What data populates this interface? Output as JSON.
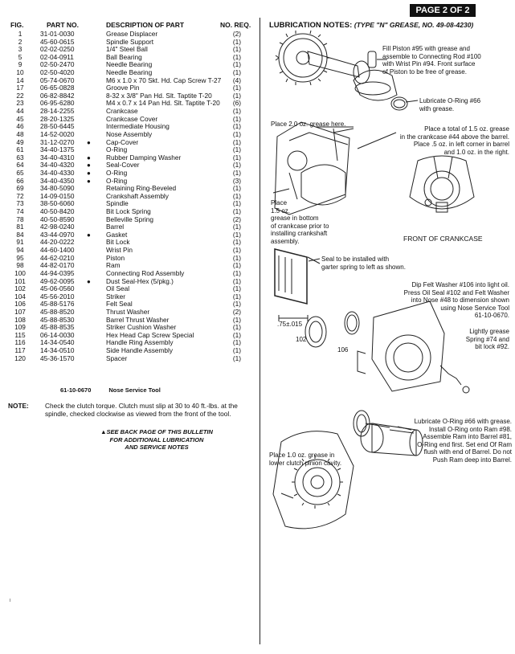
{
  "page_label": "PAGE 2 OF 2",
  "parts_table": {
    "headers": {
      "fig": "FIG.",
      "part_no": "PART NO.",
      "description": "DESCRIPTION OF PART",
      "no_req": "NO. REQ."
    },
    "rows": [
      {
        "fig": "1",
        "part_no": "31-01-0030",
        "desc": "Grease Displacer",
        "qty": "(2)"
      },
      {
        "fig": "2",
        "part_no": "45-60-0615",
        "desc": "Spindle Support",
        "qty": "(1)"
      },
      {
        "fig": "3",
        "part_no": "02-02-0250",
        "desc": "1/4\" Steel Ball",
        "qty": "(1)"
      },
      {
        "fig": "5",
        "part_no": "02-04-0911",
        "desc": "Ball Bearing",
        "qty": "(1)"
      },
      {
        "fig": "9",
        "part_no": "02-50-2470",
        "desc": "Needle Bearing",
        "qty": "(1)"
      },
      {
        "fig": "10",
        "part_no": "02-50-4020",
        "desc": "Needle Bearing",
        "qty": "(1)"
      },
      {
        "fig": "14",
        "part_no": "05-74-0670",
        "desc": "M6 x 1.0 x 70 Skt. Hd. Cap Screw T-27",
        "qty": "(4)"
      },
      {
        "fig": "17",
        "part_no": "06-65-0828",
        "desc": "Groove Pin",
        "qty": "(1)"
      },
      {
        "fig": "22",
        "part_no": "06-82-8842",
        "desc": "8-32 x 3/8\" Pan Hd. Slt. Taptite T-20",
        "qty": "(1)"
      },
      {
        "fig": "23",
        "part_no": "06-95-6280",
        "desc": "M4 x 0.7 x 14 Pan Hd. Slt. Taptite T-20",
        "qty": "(6)"
      },
      {
        "fig": "44",
        "part_no": "28-14-2255",
        "desc": "Crankcase",
        "qty": "(1)"
      },
      {
        "fig": "45",
        "part_no": "28-20-1325",
        "desc": "Crankcase Cover",
        "qty": "(1)"
      },
      {
        "fig": "46",
        "part_no": "28-50-6445",
        "desc": "Intermediate Housing",
        "qty": "(1)"
      },
      {
        "fig": "48",
        "part_no": "14-52-0020",
        "desc": "Nose Assembly",
        "qty": "(1)"
      },
      {
        "fig": "49",
        "part_no": "31-12-0270",
        "dot": true,
        "desc": "Cap-Cover",
        "qty": "(1)"
      },
      {
        "fig": "61",
        "part_no": "34-40-1375",
        "desc": "O-Ring",
        "qty": "(1)"
      },
      {
        "fig": "63",
        "part_no": "34-40-4310",
        "dot": true,
        "desc": "Rubber Damping Washer",
        "qty": "(1)"
      },
      {
        "fig": "64",
        "part_no": "34-40-4320",
        "dot": true,
        "desc": "Seal-Cover",
        "qty": "(1)"
      },
      {
        "fig": "65",
        "part_no": "34-40-4330",
        "dot": true,
        "desc": "O-Ring",
        "qty": "(1)"
      },
      {
        "fig": "66",
        "part_no": "34-40-4350",
        "dot": true,
        "desc": "O-Ring",
        "qty": "(3)"
      },
      {
        "fig": "69",
        "part_no": "34-80-5090",
        "desc": "Retaining Ring-Beveled",
        "qty": "(1)"
      },
      {
        "fig": "72",
        "part_no": "14-09-0150",
        "desc": "Crankshaft Assembly",
        "qty": "(1)"
      },
      {
        "fig": "73",
        "part_no": "38-50-6060",
        "desc": "Spindle",
        "qty": "(1)"
      },
      {
        "fig": "74",
        "part_no": "40-50-8420",
        "desc": "Bit Lock Spring",
        "qty": "(1)"
      },
      {
        "fig": "78",
        "part_no": "40-50-8590",
        "desc": "Belleville Spring",
        "qty": "(2)"
      },
      {
        "fig": "81",
        "part_no": "42-98-0240",
        "desc": "Barrel",
        "qty": "(1)"
      },
      {
        "fig": "84",
        "part_no": "43-44-0970",
        "dot": true,
        "desc": "Gasket",
        "qty": "(1)"
      },
      {
        "fig": "91",
        "part_no": "44-20-0222",
        "desc": "Bit Lock",
        "qty": "(1)"
      },
      {
        "fig": "94",
        "part_no": "44-60-1400",
        "desc": "Wrist Pin",
        "qty": "(1)"
      },
      {
        "fig": "95",
        "part_no": "44-62-0210",
        "desc": "Piston",
        "qty": "(1)"
      },
      {
        "fig": "98",
        "part_no": "44-82-0170",
        "desc": "Ram",
        "qty": "(1)"
      },
      {
        "fig": "100",
        "part_no": "44-94-0395",
        "desc": "Connecting Rod Assembly",
        "qty": "(1)"
      },
      {
        "fig": "101",
        "part_no": "49-62-0095",
        "dot": true,
        "desc": "Dust Seal-Hex (5/pkg.)",
        "qty": "(1)"
      },
      {
        "fig": "102",
        "part_no": "45-06-0560",
        "desc": "Oil Seal",
        "qty": "(1)"
      },
      {
        "fig": "104",
        "part_no": "45-56-2010",
        "desc": "Striker",
        "qty": "(1)"
      },
      {
        "fig": "106",
        "part_no": "45-88-5176",
        "desc": "Felt Seal",
        "qty": "(1)"
      },
      {
        "fig": "107",
        "part_no": "45-88-8520",
        "desc": "Thrust Washer",
        "qty": "(2)"
      },
      {
        "fig": "108",
        "part_no": "45-88-8530",
        "desc": "Barrel Thrust Washer",
        "qty": "(1)"
      },
      {
        "fig": "109",
        "part_no": "45-88-8535",
        "desc": "Striker Cushion Washer",
        "qty": "(1)"
      },
      {
        "fig": "115",
        "part_no": "06-14-0030",
        "desc": "Hex Head Cap Screw Special",
        "qty": "(1)"
      },
      {
        "fig": "116",
        "part_no": "14-34-0540",
        "desc": "Handle Ring Assembly",
        "qty": "(1)"
      },
      {
        "fig": "117",
        "part_no": "14-34-0510",
        "desc": "Side Handle Assembly",
        "qty": "(1)"
      },
      {
        "fig": "120",
        "part_no": "45-36-1570",
        "desc": "Spacer",
        "qty": "(1)"
      }
    ],
    "dot_glyph": "●"
  },
  "tool": {
    "part_no": "61-10-0670",
    "name": "Nose Service Tool"
  },
  "note": {
    "label": "NOTE:",
    "text": "Check the clutch torque. Clutch must slip at 30 to 40 ft.-lbs. at the spindle, checked clockwise as viewed from the front of the tool."
  },
  "see_back": [
    "SEE BACK PAGE OF THIS BULLETIN",
    "FOR ADDITIONAL LUBRICATION",
    "AND SERVICE NOTES"
  ],
  "lubrication": {
    "title": "LUBRICATION NOTES:",
    "title_type": "(TYPE \"N\" GREASE, NO. 49-08-4230)",
    "callouts": {
      "piston": [
        "Fill Piston #95 with grease and",
        "assemble to Connecting Rod #100",
        "with Wrist Pin #94. Front surface",
        "of Piston to be free of grease."
      ],
      "o_ring_66": [
        "Lubricate O-Ring #66",
        "with grease."
      ],
      "place_2": "Place 2.0 oz. grease here.",
      "total_15": [
        "Place a total of 1.5 oz. grease",
        "in the crankcase #44 above the barrel.",
        "Place .5 oz. in left corner in barrel",
        "and 1.0 oz. in the right."
      ],
      "place_15": [
        "Place",
        "1.5 oz.",
        "grease in bottom",
        "of crankcase prior to",
        "installing crankshaft",
        "assembly."
      ],
      "front_crankcase": "FRONT OF CRANKCASE",
      "seal": [
        "Seal to be installed with",
        "garter spring to left as shown."
      ],
      "dip_felt": [
        "Dip Felt Washer #106 into light oil.",
        "Press Oil Seal #102 and Felt Washer",
        "into Nose #48 to dimension shown",
        "using Nose Service Tool",
        "61-10-0670."
      ],
      "lightly_grease": [
        "Lightly grease",
        "Spring #74 and",
        "bit lock #92."
      ],
      "dimension": ".75±.015",
      "num_102": "102",
      "num_106": "106",
      "place_10": [
        "Place 1.0 oz. grease in",
        "lower clutch pinion cavity."
      ],
      "lubricate_ram": [
        "Lubricate O-Ring #66 with grease.",
        "Install O-Ring onto Ram #98.",
        "Assemble Ram into Barrel #81,",
        "O-Ring end first. Set end Of Ram",
        "flush with end of Barrel. Do not",
        "Push Ram deep into Barrel."
      ]
    }
  }
}
